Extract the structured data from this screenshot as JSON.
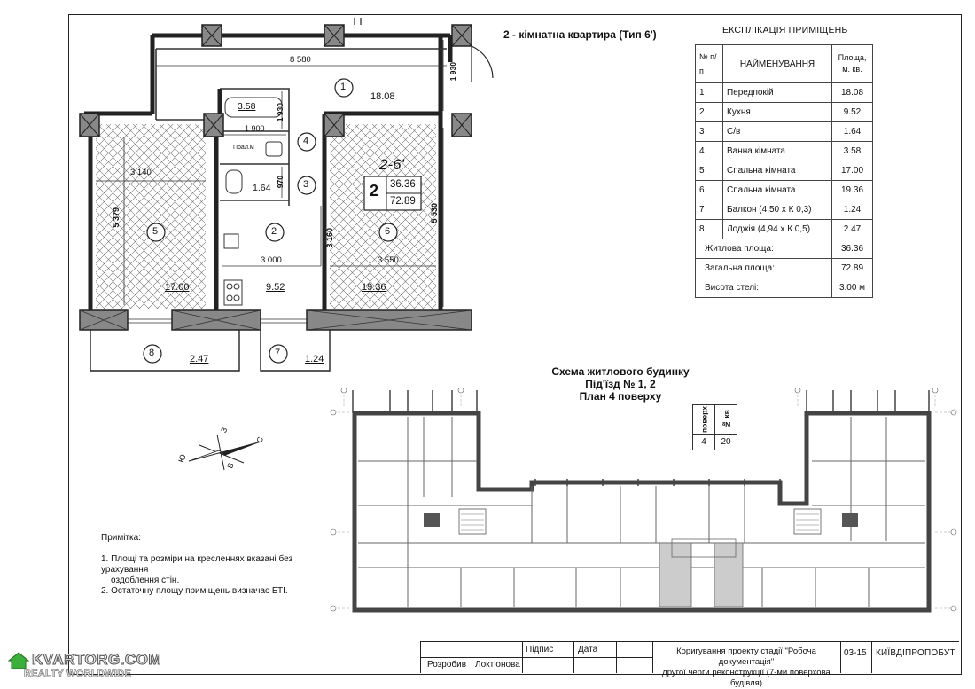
{
  "plan": {
    "title": "2 - кімнатна квартира  (Тип 6')",
    "dimensions": {
      "d8580": "8 580",
      "d1930a": "1 930",
      "d1930b": "1 930",
      "d1900": "1 900",
      "d970": "970",
      "d3140": "3 140",
      "d5379": "5 379",
      "d3160": "3 160",
      "d3000": "3 000",
      "d3550": "3 550",
      "d5530": "5 530"
    },
    "rooms": [
      {
        "num": "1",
        "area": "18.08"
      },
      {
        "num": "2",
        "area": "9.52"
      },
      {
        "num": "3",
        "area": "1.64"
      },
      {
        "num": "4",
        "area": "3.58"
      },
      {
        "num": "5",
        "area": "17.00"
      },
      {
        "num": "6",
        "area": "19.36"
      },
      {
        "num": "7",
        "area": "1.24"
      },
      {
        "num": "8",
        "area": "2.47"
      }
    ],
    "laundry_label": "Прал.м",
    "apt": {
      "type": "2-6'",
      "rooms": "2",
      "living": "36.36",
      "total": "72.89"
    }
  },
  "explication": {
    "title": "ЕКСПЛІКАЦІЯ ПРИМІЩЕНЬ",
    "headers": {
      "num": "№ п/п",
      "name": "НАЙМЕНУВАННЯ",
      "area": "Площа, м. кв."
    },
    "rows": [
      {
        "n": "1",
        "name": "Передпокій",
        "area": "18.08"
      },
      {
        "n": "2",
        "name": "Кухня",
        "area": "9.52"
      },
      {
        "n": "3",
        "name": "С/в",
        "area": "1.64"
      },
      {
        "n": "4",
        "name": "Ванна кімната",
        "area": "3.58"
      },
      {
        "n": "5",
        "name": "Спальна кімната",
        "area": "17.00"
      },
      {
        "n": "6",
        "name": "Спальна кімната",
        "area": "19.36"
      },
      {
        "n": "7",
        "name": "Балкон (4,50 х К 0,3)",
        "area": "1.24"
      },
      {
        "n": "8",
        "name": "Лоджія (4,94 х К 0,5)",
        "area": "2.47"
      }
    ],
    "totals": [
      {
        "label": "Житлова площа:",
        "value": "36.36"
      },
      {
        "label": "Загальна площа:",
        "value": "72.89"
      },
      {
        "label": "Висота стелі:",
        "value": "3.00 м"
      }
    ]
  },
  "scheme": {
    "line1": "Схема житлового будинку",
    "line2": "Під'їзд № 1, 2",
    "line3": "План 4 поверху",
    "floor_header": "поверх",
    "apt_header": "№ кв",
    "floor": "4",
    "apt": "20"
  },
  "compass": {
    "n": "З",
    "s": "В",
    "w": "Ю",
    "e": "С"
  },
  "notes": {
    "title": "Примітка:",
    "l1": "1. Площі та розміри на кресленнях вказані без",
    "l2": "урахування",
    "l3": "оздоблення стін.",
    "l4": "2. Остаточну площу приміщень визначає БТІ."
  },
  "stamp": {
    "signature": "Підпис",
    "date": "Дата",
    "developed": "Розробив",
    "author": "Локтіонова",
    "desc1": "Коригування проекту стадії \"Робоча документація\"",
    "desc2": "другої черги реконструкції (7-ми поверхова будівля)",
    "code": "03-15",
    "org": "КИЇВДІПРОПОБУТ"
  },
  "watermark": {
    "line1": "KVARTORG.COM",
    "line2": "REALTY WORLDWIDE"
  }
}
